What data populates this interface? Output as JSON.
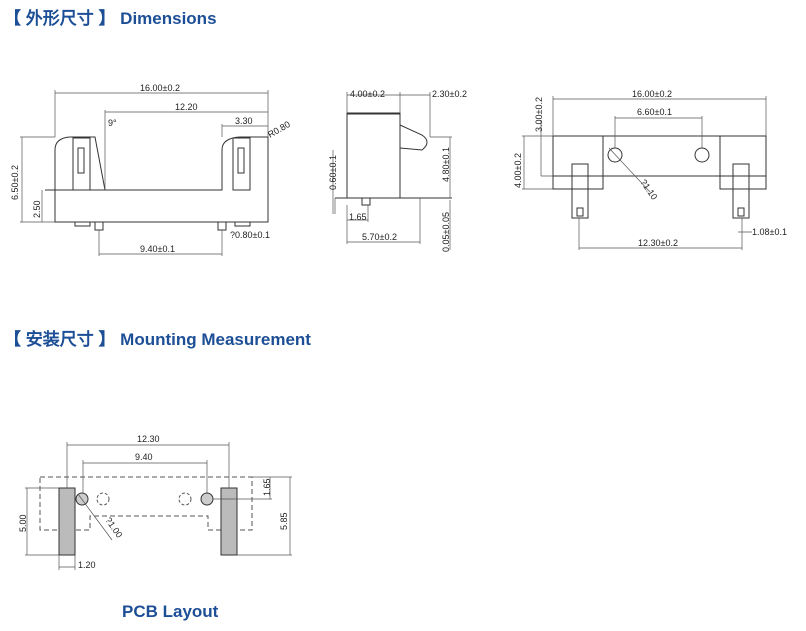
{
  "sections": {
    "dimensions_title": "【 外形尺寸 】 Dimensions",
    "mounting_title": "【 安装尺寸 】 Mounting Measurement",
    "pcb_caption": "PCB Layout"
  },
  "front_view": {
    "width": "16.00±0.2",
    "inner": "12.20",
    "tab": "3.30",
    "radius": "R0.80",
    "angle": "9°",
    "height": "6.50±0.2",
    "base": "2.50",
    "pin": "?0.80±0.1",
    "pitch": "9.40±0.1"
  },
  "side_view": {
    "depth": "4.00±0.2",
    "clip": "2.30±0.2",
    "pin_len": "0.60±0.1",
    "clip_h": "4.80±0.1",
    "offset": "1.65",
    "total": "5.70±0.2",
    "flat": "0.05±0.05"
  },
  "top_view": {
    "width": "16.00±0.2",
    "holes": "6.60±0.1",
    "h1": "3.00±0.2",
    "h2": "4.00±0.2",
    "hole_d": "?1.10",
    "pin_pitch": "12.30±0.2",
    "pin_w": "1.08±0.1"
  },
  "pcb": {
    "pad_pitch": "12.30",
    "hole_pitch": "9.40",
    "pad_h": "5.00",
    "outline_h": "5.85",
    "hole_d": "?1.00",
    "edge": "1.65",
    "pad_w": "1.20"
  }
}
